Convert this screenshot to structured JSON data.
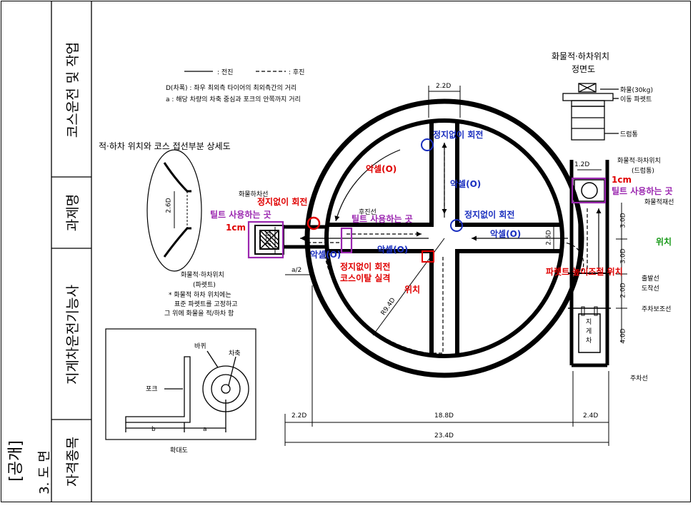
{
  "side": {
    "section_label": "3. 도 면",
    "public_label": "[공개]",
    "cat_head": "자격종목",
    "cat_value": "지게차운전기능사",
    "task_head": "과제명",
    "task_value": "코스운전 및 작업"
  },
  "legend": {
    "forward": ": 전진",
    "reverse": ": 후진",
    "def_d": "D(차폭) : 좌우 최외측 타이어의 최외측간의 거리",
    "def_a": "a : 해당 차량의 차축 중심과 포크의 안쪽까지 거리"
  },
  "detail_title": "적·하차 위치와 코스 접선부분 상세도",
  "detail_dim": "2.6D",
  "front_view": {
    "title1": "화물적·하차위치",
    "title2": "정면도",
    "cargo": "화물(30kg)",
    "pallet": "이동 파렛트",
    "drum": "드럼통"
  },
  "left_station": {
    "top": "화물하차선",
    "dim_22": "2.2D",
    "dim_a2": "a/2",
    "cap1": "화물적·하차위치",
    "cap2": "(파렛트)",
    "note1": "* 화물적 하차 위치에는",
    "note2": "표준 파렛트를 고정하고",
    "note3": "그 위에 화물을 적/하차 함"
  },
  "right_station": {
    "cap1": "화물적·하차위치",
    "cap2": "(드럼통)",
    "dim_12": "1.2D",
    "load_line": "화물적재선",
    "start_line1": "출발선",
    "start_line2": "도착선",
    "park_aux": "주차보조선",
    "park_line": "주차선",
    "forklift": "지게차",
    "dim_26": "2.6D"
  },
  "course": {
    "reverse_line": "후진선",
    "dim_top": "2.2D",
    "radius": "R9.4D",
    "v30a": "3.0D",
    "v30b": "3.0D",
    "v20": "2.0D",
    "v40": "4.0D",
    "h22": "2.2D",
    "h188": "18.8D",
    "h24": "2.4D",
    "h234": "23.4D"
  },
  "inset": {
    "wheel": "바퀴",
    "axle": "차축",
    "fork": "포크",
    "b": "b",
    "a": "a",
    "caption": "확대도"
  },
  "annotations": {
    "accel": "악셀(O)",
    "no_stop": "정지없이 회전",
    "tilt": "틸트 사용하는 곳",
    "one_cm": "1cm",
    "course_fail1": "코스이탈 실격",
    "course_fail2": "위치",
    "pallet_height": "파렛트 높이조절 위치",
    "position": "위치"
  },
  "colors": {
    "red": "#e00000",
    "blue": "#1a2fbf",
    "purple": "#9b27b0",
    "green": "#1a9a1a"
  }
}
